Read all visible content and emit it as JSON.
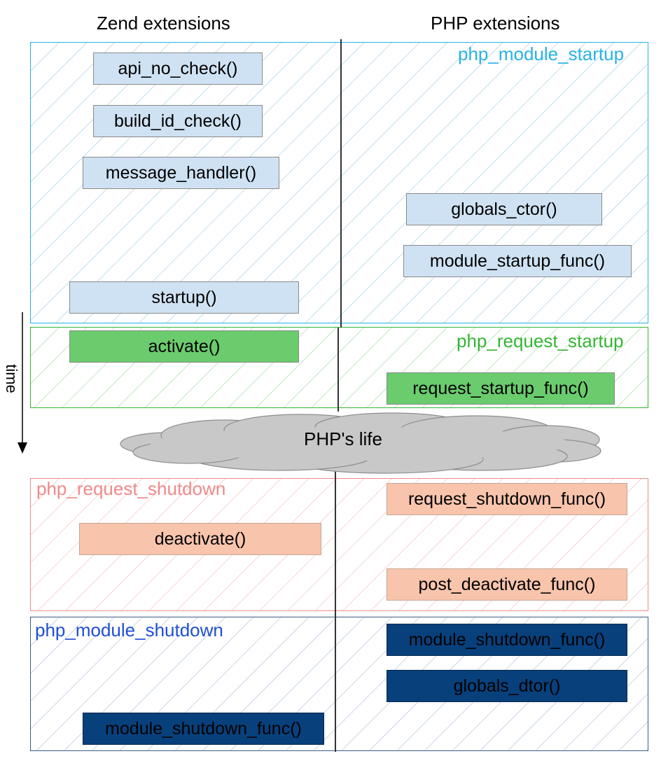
{
  "columns": {
    "zend": "Zend extensions",
    "php": "PHP extensions"
  },
  "time_label": "time",
  "cloud_label": "PHP's life",
  "phases": {
    "module_startup": {
      "label": "php_module_startup",
      "color": "#29b2e6",
      "zend": [
        "api_no_check()",
        "build_id_check()",
        "message_handler()",
        "startup()"
      ],
      "php": [
        "globals_ctor()",
        "module_startup_func()"
      ]
    },
    "request_startup": {
      "label": "php_request_startup",
      "color": "#35b535",
      "zend": [
        "activate()"
      ],
      "php": [
        "request_startup_func()"
      ]
    },
    "request_shutdown": {
      "label": "php_request_shutdown",
      "color": "#f08a8a",
      "zend": [
        "deactivate()"
      ],
      "php": [
        "request_shutdown_func()",
        "post_deactivate_func()"
      ]
    },
    "module_shutdown": {
      "label": "php_module_shutdown",
      "color": "#1f4fd6",
      "zend": [
        "module_shutdown_func()"
      ],
      "php": [
        "module_shutdown_func()",
        "globals_dtor()"
      ]
    }
  },
  "colors": {
    "box_lightblue": "#cfe2f3",
    "box_green": "#6acc6d",
    "box_salmon": "#f8c4ac",
    "box_navy": "#08407c",
    "cloud": "#c8c8c8"
  }
}
